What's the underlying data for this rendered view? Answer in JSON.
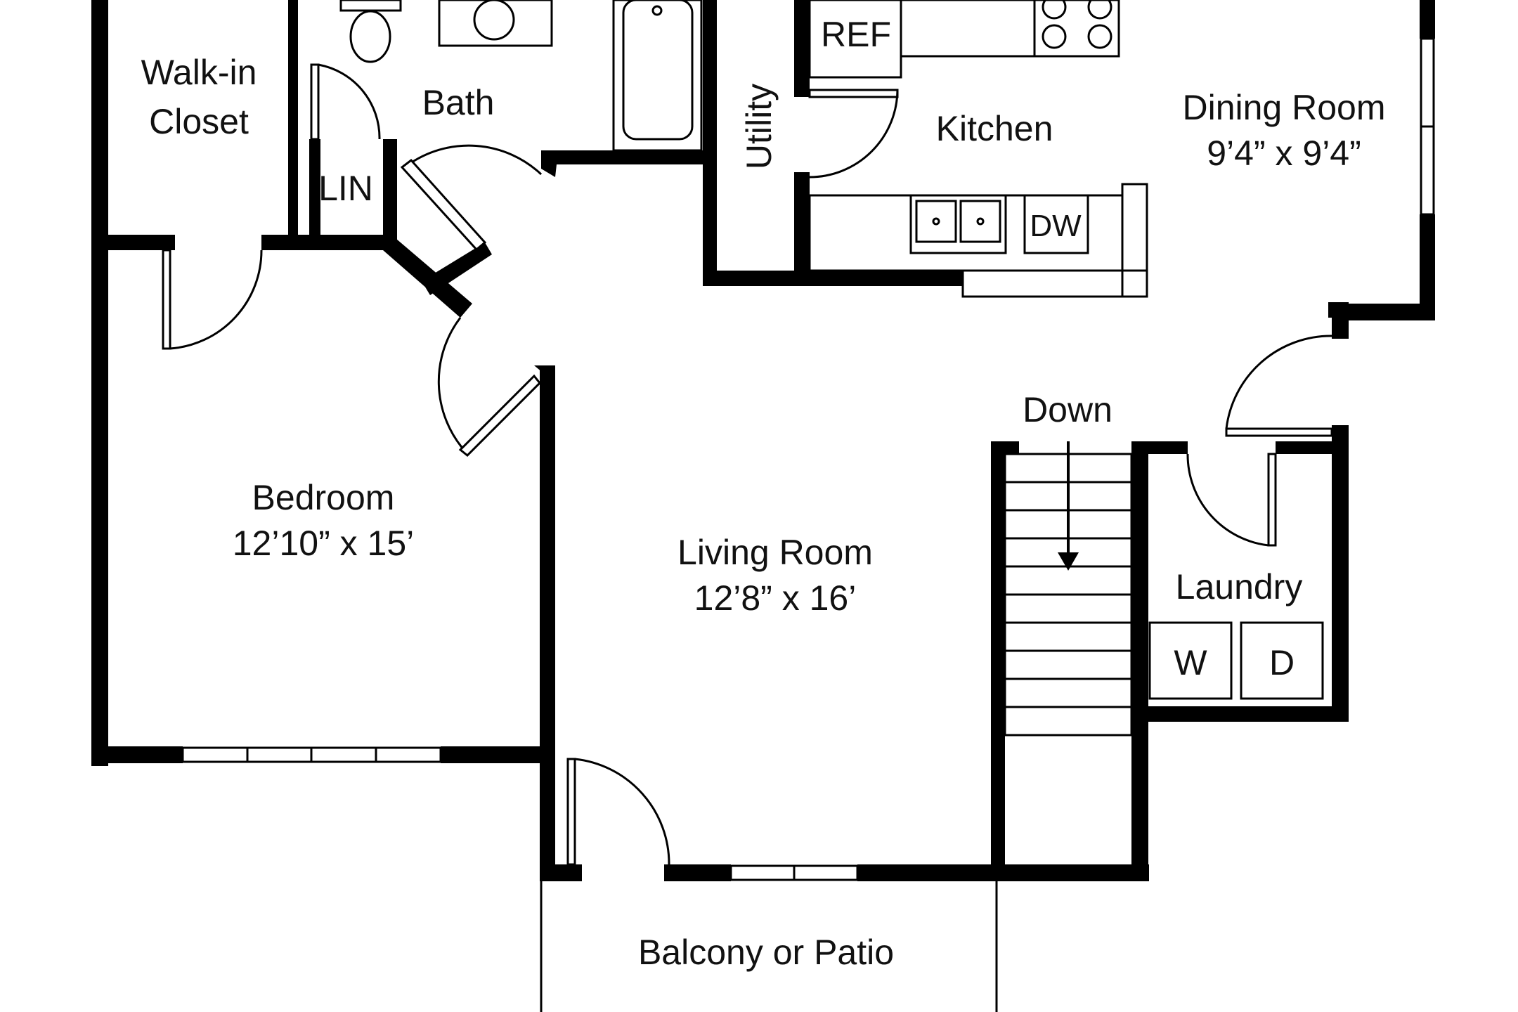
{
  "plan": {
    "rooms": {
      "walk_in_closet": {
        "line1": "Walk-in",
        "line2": "Closet"
      },
      "bath": {
        "name": "Bath"
      },
      "linen": {
        "name": "LIN"
      },
      "utility": {
        "name": "Utility"
      },
      "kitchen": {
        "name": "Kitchen"
      },
      "dining_room": {
        "name": "Dining Room",
        "size": "9’4” x 9’4”"
      },
      "bedroom": {
        "name": "Bedroom",
        "size": "12’10” x 15’"
      },
      "living_room": {
        "name": "Living Room",
        "size": "12’8” x 16’"
      },
      "laundry": {
        "name": "Laundry"
      },
      "balcony": {
        "name": "Balcony or Patio"
      }
    },
    "fixtures": {
      "refrigerator": "REF",
      "dishwasher": "DW",
      "washer": "W",
      "dryer": "D"
    },
    "stairs": {
      "label": "Down"
    }
  }
}
